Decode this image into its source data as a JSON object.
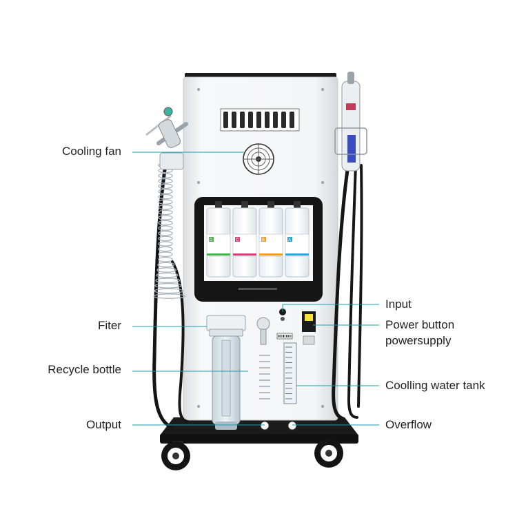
{
  "diagram": {
    "callouts": [
      {
        "id": "cooling-fan",
        "text": "Cooling fan"
      },
      {
        "id": "fiter",
        "text": "Fiter"
      },
      {
        "id": "recycle-bottle",
        "text": "Recycle bottle"
      },
      {
        "id": "output",
        "text": "Output"
      },
      {
        "id": "input",
        "text": "Input"
      },
      {
        "id": "power-button",
        "text": "Power button"
      },
      {
        "id": "powersupply",
        "text": "powersupply"
      },
      {
        "id": "coolling-water-tank",
        "text": "Coolling water tank"
      },
      {
        "id": "overflow",
        "text": "Overflow"
      }
    ],
    "bottle_labels": [
      "D",
      "C",
      "B",
      "A"
    ],
    "colors": {
      "leader_line": "#1a9db0",
      "body": "#f4f5f6",
      "frame": "#1b1b1b",
      "bottle_d": "#4caf50",
      "bottle_c": "#e0407a",
      "bottle_b": "#f0a020",
      "bottle_a": "#2aa8d8"
    }
  }
}
